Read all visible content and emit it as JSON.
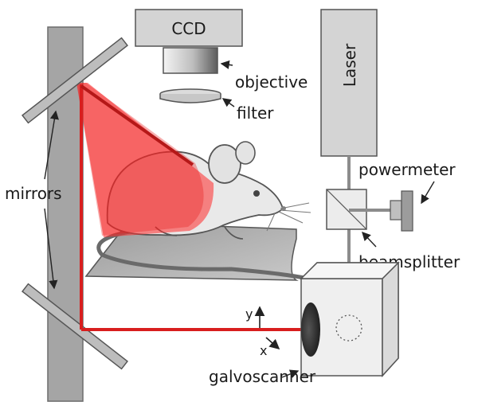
{
  "labels": {
    "ccd": "CCD",
    "objective": "objective",
    "filter": "filter",
    "laser": "Laser",
    "mirrors": "mirrors",
    "powermeter": "powermeter",
    "beamsplitter": "beamsplitter",
    "galvoscanner": "galvoscanner",
    "axis_y": "y",
    "axis_x": "x"
  },
  "colors": {
    "beam": "#d81e1e",
    "beam_fan": "#ff3b3b",
    "frame_gray": "#a8a8a8",
    "component_gray": "#d4d4d4",
    "outline": "#555555"
  }
}
